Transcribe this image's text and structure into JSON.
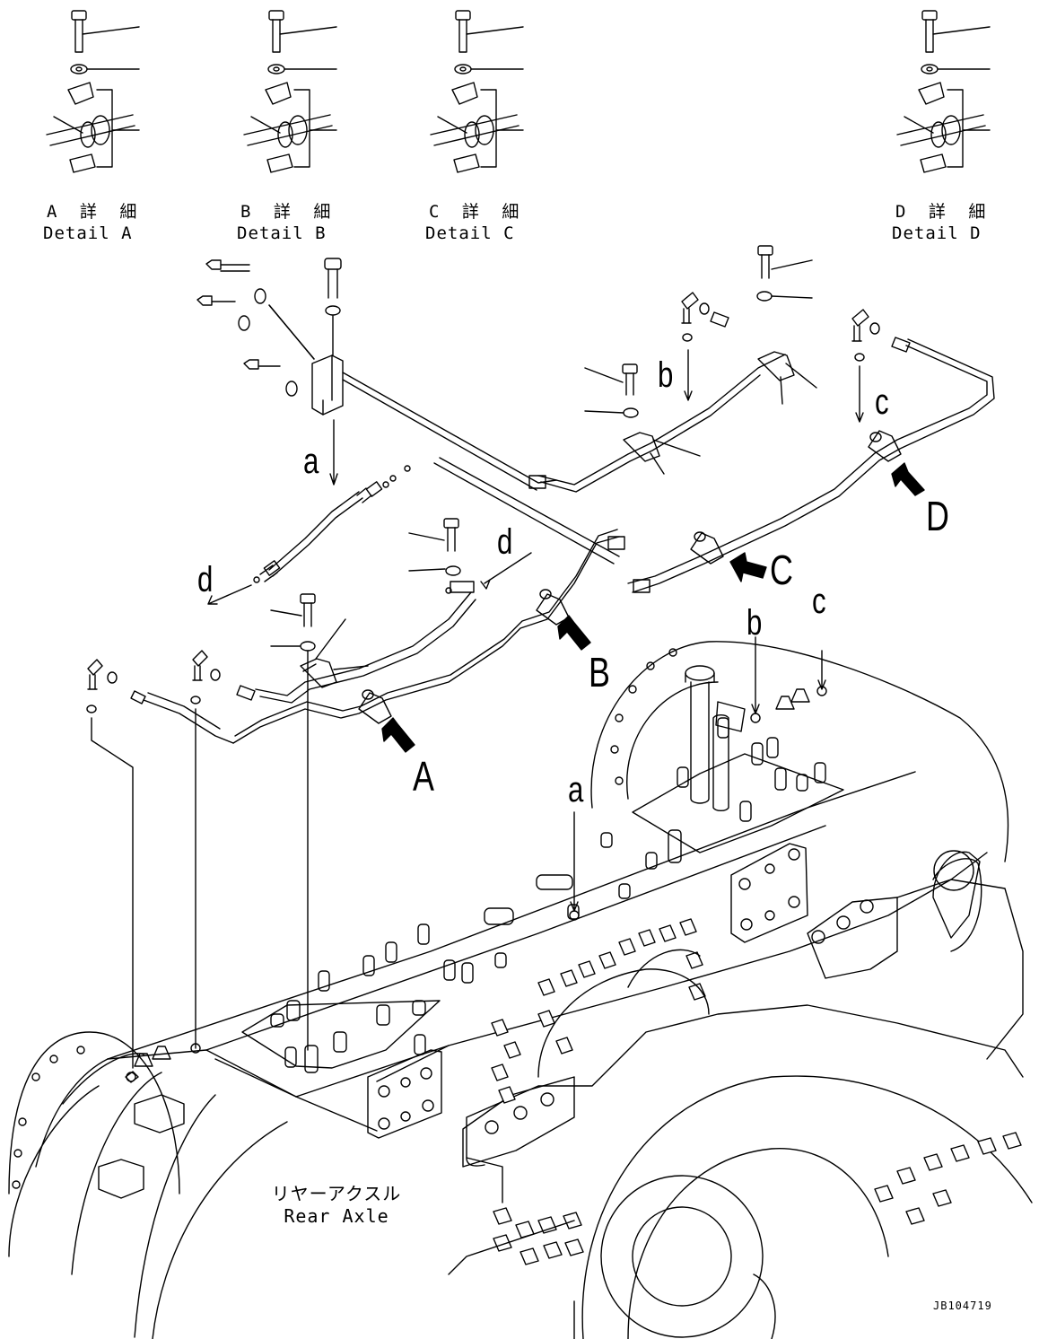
{
  "details": [
    {
      "id": "A",
      "jp": "A 詳 細",
      "en": "Detail A"
    },
    {
      "id": "B",
      "jp": "B 詳 細",
      "en": "Detail B"
    },
    {
      "id": "C",
      "jp": "C 詳 細",
      "en": "Detail C"
    },
    {
      "id": "D",
      "jp": "D 詳 細",
      "en": "Detail D"
    }
  ],
  "view_arrows": [
    "A",
    "B",
    "C",
    "D"
  ],
  "connection_letters": {
    "a": "a",
    "b": "b",
    "c": "c",
    "d": "d"
  },
  "component": {
    "jp": "リヤーアクスル",
    "en": "Rear Axle"
  },
  "drawing_code": "JB104719"
}
